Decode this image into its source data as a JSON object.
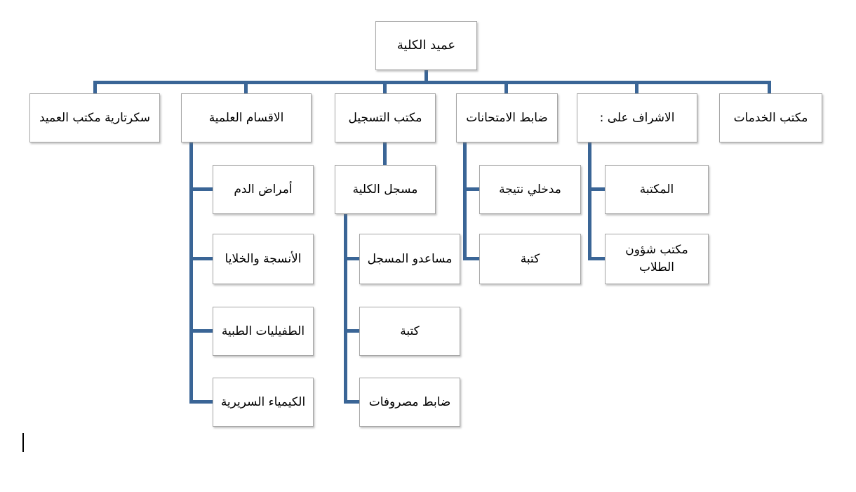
{
  "diagram": {
    "connector_color": "#3a6596",
    "box_border_color": "#a6a6a6",
    "nodes": {
      "dean": {
        "label": "عميد الكلية"
      },
      "secretariat": {
        "label": "سكرتارية مكتب العميد"
      },
      "departments": {
        "label": "الاقسام العلمية"
      },
      "registration": {
        "label": "مكتب التسجيل"
      },
      "exams": {
        "label": "ضابط الامتحانات"
      },
      "supervision": {
        "label": "الاشراف على :"
      },
      "services": {
        "label": "مكتب الخدمات"
      },
      "hematology": {
        "label": "أمراض الدم"
      },
      "histology": {
        "label": "الأنسجة والخلايا"
      },
      "parasitology": {
        "label": "الطفيليات الطبية"
      },
      "clinical_chemistry": {
        "label": "الكيمياء السريرية"
      },
      "registrar": {
        "label": "مسجل الكلية"
      },
      "registrar_assistants": {
        "label": "مساعدو المسجل"
      },
      "registration_clerks": {
        "label": "كتبة"
      },
      "fees_officer": {
        "label": "ضابط مصروفات"
      },
      "result_entry": {
        "label": "مدخلي نتيجة"
      },
      "exam_clerks": {
        "label": "كتبة"
      },
      "library": {
        "label": "المكتبة"
      },
      "student_affairs": {
        "label": "مكتب شؤون الطلاب"
      }
    }
  }
}
